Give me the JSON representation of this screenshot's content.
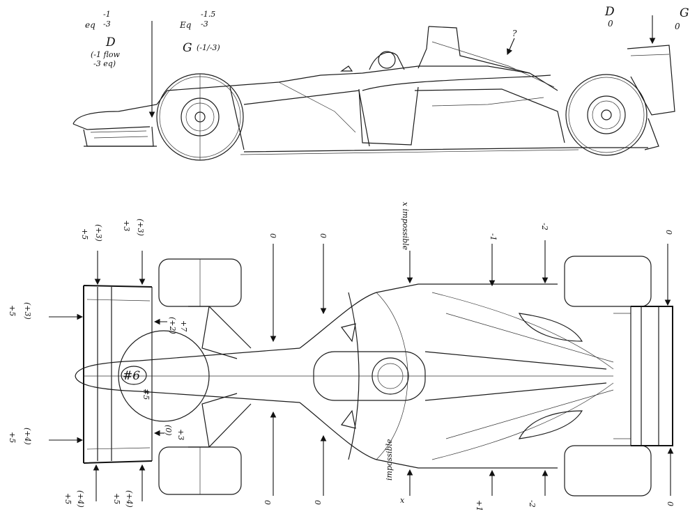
{
  "side_view": {
    "eq_left": "eq",
    "eq_left_num": "-1",
    "eq_left_den": "-3",
    "d_letter": "D",
    "d_sub": "(-1 flow",
    "d_sub2": "-3 eq)",
    "eq_mid": "Eq",
    "eq_mid_num": "-1.5",
    "eq_mid_den": "-3",
    "g_letter": "G",
    "g_sub": "(-1/-3)",
    "question": "?",
    "d_right": "D",
    "d_right_val": "0",
    "g_right": "G",
    "g_right_val": "0"
  },
  "top_view": {
    "fw_top_a": "+5",
    "fw_top_a_paren": "(+3)",
    "fw_top_b": "+3",
    "fw_top_b_paren": "(+3)",
    "fw_side_top": "+5",
    "fw_side_top_paren": "(+3)",
    "fw_side_bot": "+5",
    "fw_side_bot_paren": "(+4)",
    "fw_bot_a": "+5",
    "fw_bot_a_paren": "(+4)",
    "fw_bot_b": "+5",
    "fw_bot_b_paren": "(+4)",
    "inner_top": "(+2)",
    "inner_top_b": "+7",
    "inner_bot": "(0)",
    "inner_bot_b": "+3",
    "car_number": "#6",
    "car_number_b": "#5",
    "zero_a": "0",
    "zero_b": "0",
    "zero_c": "0",
    "zero_d": "0",
    "impossible_top": "x impossible",
    "impossible_bot": "impossible",
    "impossible_bot_x": "x",
    "minus_one_top": "-1",
    "minus_two_top": "-2",
    "zero_rear_top": "0",
    "plus_one_bot": "+1",
    "minus_two_bot": "-2",
    "zero_rear_bot": "0"
  }
}
